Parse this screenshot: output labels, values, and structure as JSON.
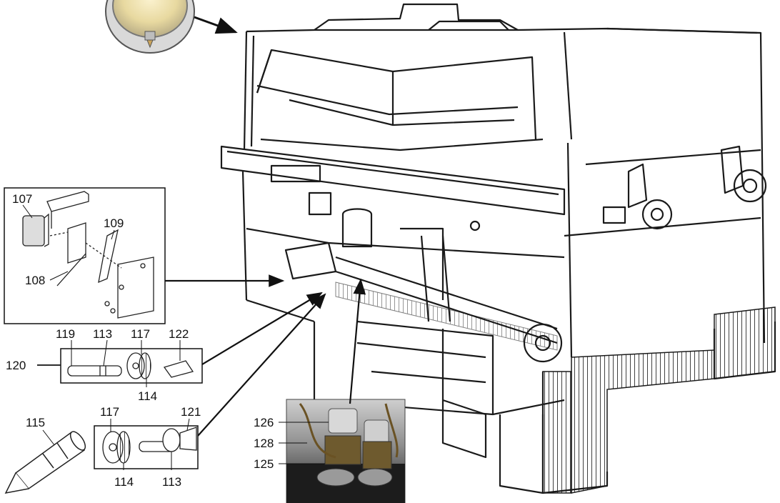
{
  "colors": {
    "line": "#1a1a1a",
    "paper": "#ffffff",
    "photo_dark": "#2a2a2a",
    "gauge_yellow": "#e8d9a0"
  },
  "icons": [
    "pressure-gauge-photo",
    "electrode-drawing",
    "valve-photo"
  ],
  "inset_bracket": {
    "labels": [
      "107",
      "109",
      "108"
    ]
  },
  "inset_shaft": {
    "row1": [
      "119",
      "113",
      "117",
      "122"
    ],
    "side_label": "120",
    "row2": [
      "114"
    ]
  },
  "inset_electrode": {
    "label": "115"
  },
  "inset_seal": {
    "row1": [
      "117",
      "121"
    ],
    "row2": [
      "114",
      "113"
    ]
  },
  "inset_valve_photo": {
    "labels": [
      "126",
      "128",
      "125"
    ]
  }
}
